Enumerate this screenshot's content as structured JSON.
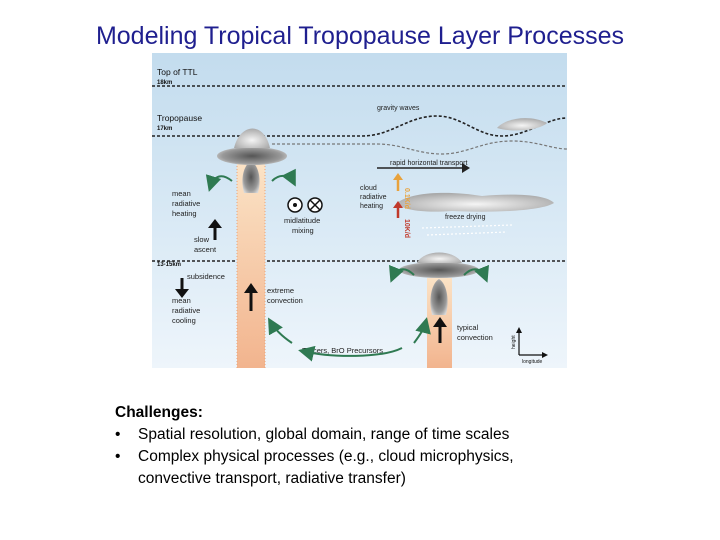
{
  "title": "Modeling Tropical Tropopause Layer Processes",
  "diagram": {
    "levels": {
      "top_ttl": "Top of TTL",
      "top_ttl_km": "18km",
      "tropopause": "Tropopause",
      "tropopause_km": "17km",
      "lower_km": "13-15km"
    },
    "labels": {
      "gravity_waves": "gravity waves",
      "rapid_horizontal_transport": "rapid horizontal transport",
      "cloud_radiative_heating_1": "cloud",
      "cloud_radiative_heating_2": "radiative",
      "cloud_radiative_heating_3": "heating",
      "freeze_drying": "freeze drying",
      "mean_radiative_heating_1": "mean",
      "mean_radiative_heating_2": "radiative",
      "mean_radiative_heating_3": "heating",
      "slow_ascent_1": "slow",
      "slow_ascent_2": "ascent",
      "midlatitude_mixing_1": "midlatitude",
      "midlatitude_mixing_2": "mixing",
      "subsidence": "subsidence",
      "mean_radiative_cooling_1": "mean",
      "mean_radiative_cooling_2": "radiative",
      "mean_radiative_cooling_3": "cooling",
      "extreme_convection_1": "extreme",
      "extreme_convection_2": "convection",
      "typical_convection_1": "typical",
      "typical_convection_2": "convection",
      "tracers": "Tracers, BrO Precursors",
      "heating_rate_up": "0.1K/d",
      "heating_rate_down": "10K/d",
      "axis_height": "height",
      "axis_longitude": "longitude"
    },
    "colors": {
      "sky": "#cde3f1",
      "column": "#f4c7a2",
      "arrow_green": "#2f7a52",
      "arrow_black": "#111111",
      "arrow_orange": "#e8a23c",
      "arrow_red": "#c0392b"
    }
  },
  "challenges": {
    "heading": "Challenges:",
    "bullet_marker": "•",
    "items": [
      "Spatial resolution, global domain, range of time scales",
      "Complex physical processes (e.g., cloud microphysics,",
      "convective transport, radiative transfer)"
    ]
  }
}
